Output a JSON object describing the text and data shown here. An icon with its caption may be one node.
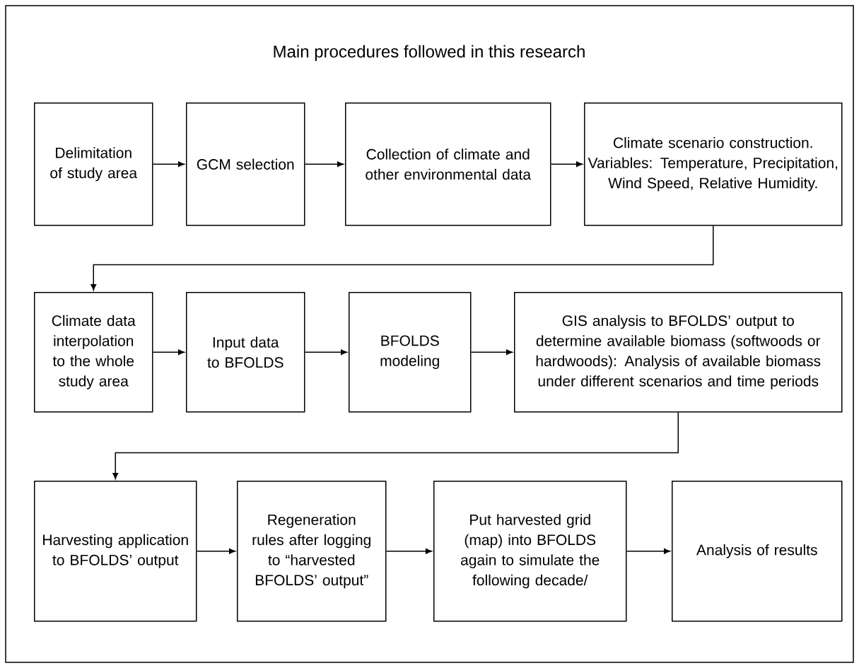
{
  "diagram": {
    "title": "Main procedures followed in this research",
    "nodes": [
      {
        "text": [
          "Delimitation of study area"
        ]
      },
      {
        "text": [
          "GCM selection"
        ]
      },
      {
        "text": [
          "Collection of climate and other environmental data"
        ]
      },
      {
        "text": [
          "Climate scenario construction. Variables: Temperature, Precipitation, Wind Speed, Relative Humidity."
        ]
      },
      {
        "text": [
          "Climate data interpolation to the whole study area"
        ]
      },
      {
        "text": [
          "Input data to BFOLDS"
        ]
      },
      {
        "text": [
          "BFOLDS modeling"
        ]
      },
      {
        "text": [
          "GIS analysis to BFOLDS’ output to determine available biomass (softwoods or hardwoods): Analysis of available biomass under different scenarios and time periods"
        ]
      },
      {
        "text": [
          "Harvesting application to BFOLDS’ output"
        ]
      },
      {
        "text": [
          "Regeneration rules after logging to “harvested BFOLDS’ output”"
        ]
      },
      {
        "text": [
          "Put harvested grid (map) into BFOLDS again to simulate the following decade/"
        ]
      },
      {
        "text": [
          "Analysis of results"
        ]
      }
    ],
    "edges": [
      {
        "from": 0,
        "to": 1,
        "arrow": "to"
      },
      {
        "from": 1,
        "to": 2,
        "arrow": "to"
      },
      {
        "from": 2,
        "to": 3,
        "arrow": "to"
      },
      {
        "from": 3,
        "to": 4,
        "arrow": "to"
      },
      {
        "from": 4,
        "to": 5,
        "arrow": "to"
      },
      {
        "from": 5,
        "to": 6,
        "arrow": "to"
      },
      {
        "from": 6,
        "to": 7,
        "arrow": "to"
      },
      {
        "from": 7,
        "to": 8,
        "arrow": "to"
      },
      {
        "from": 8,
        "to": 9,
        "arrow": "to"
      },
      {
        "from": 9,
        "to": 10,
        "arrow": "to"
      },
      {
        "from": 10,
        "to": 11,
        "arrow": "to"
      }
    ]
  }
}
